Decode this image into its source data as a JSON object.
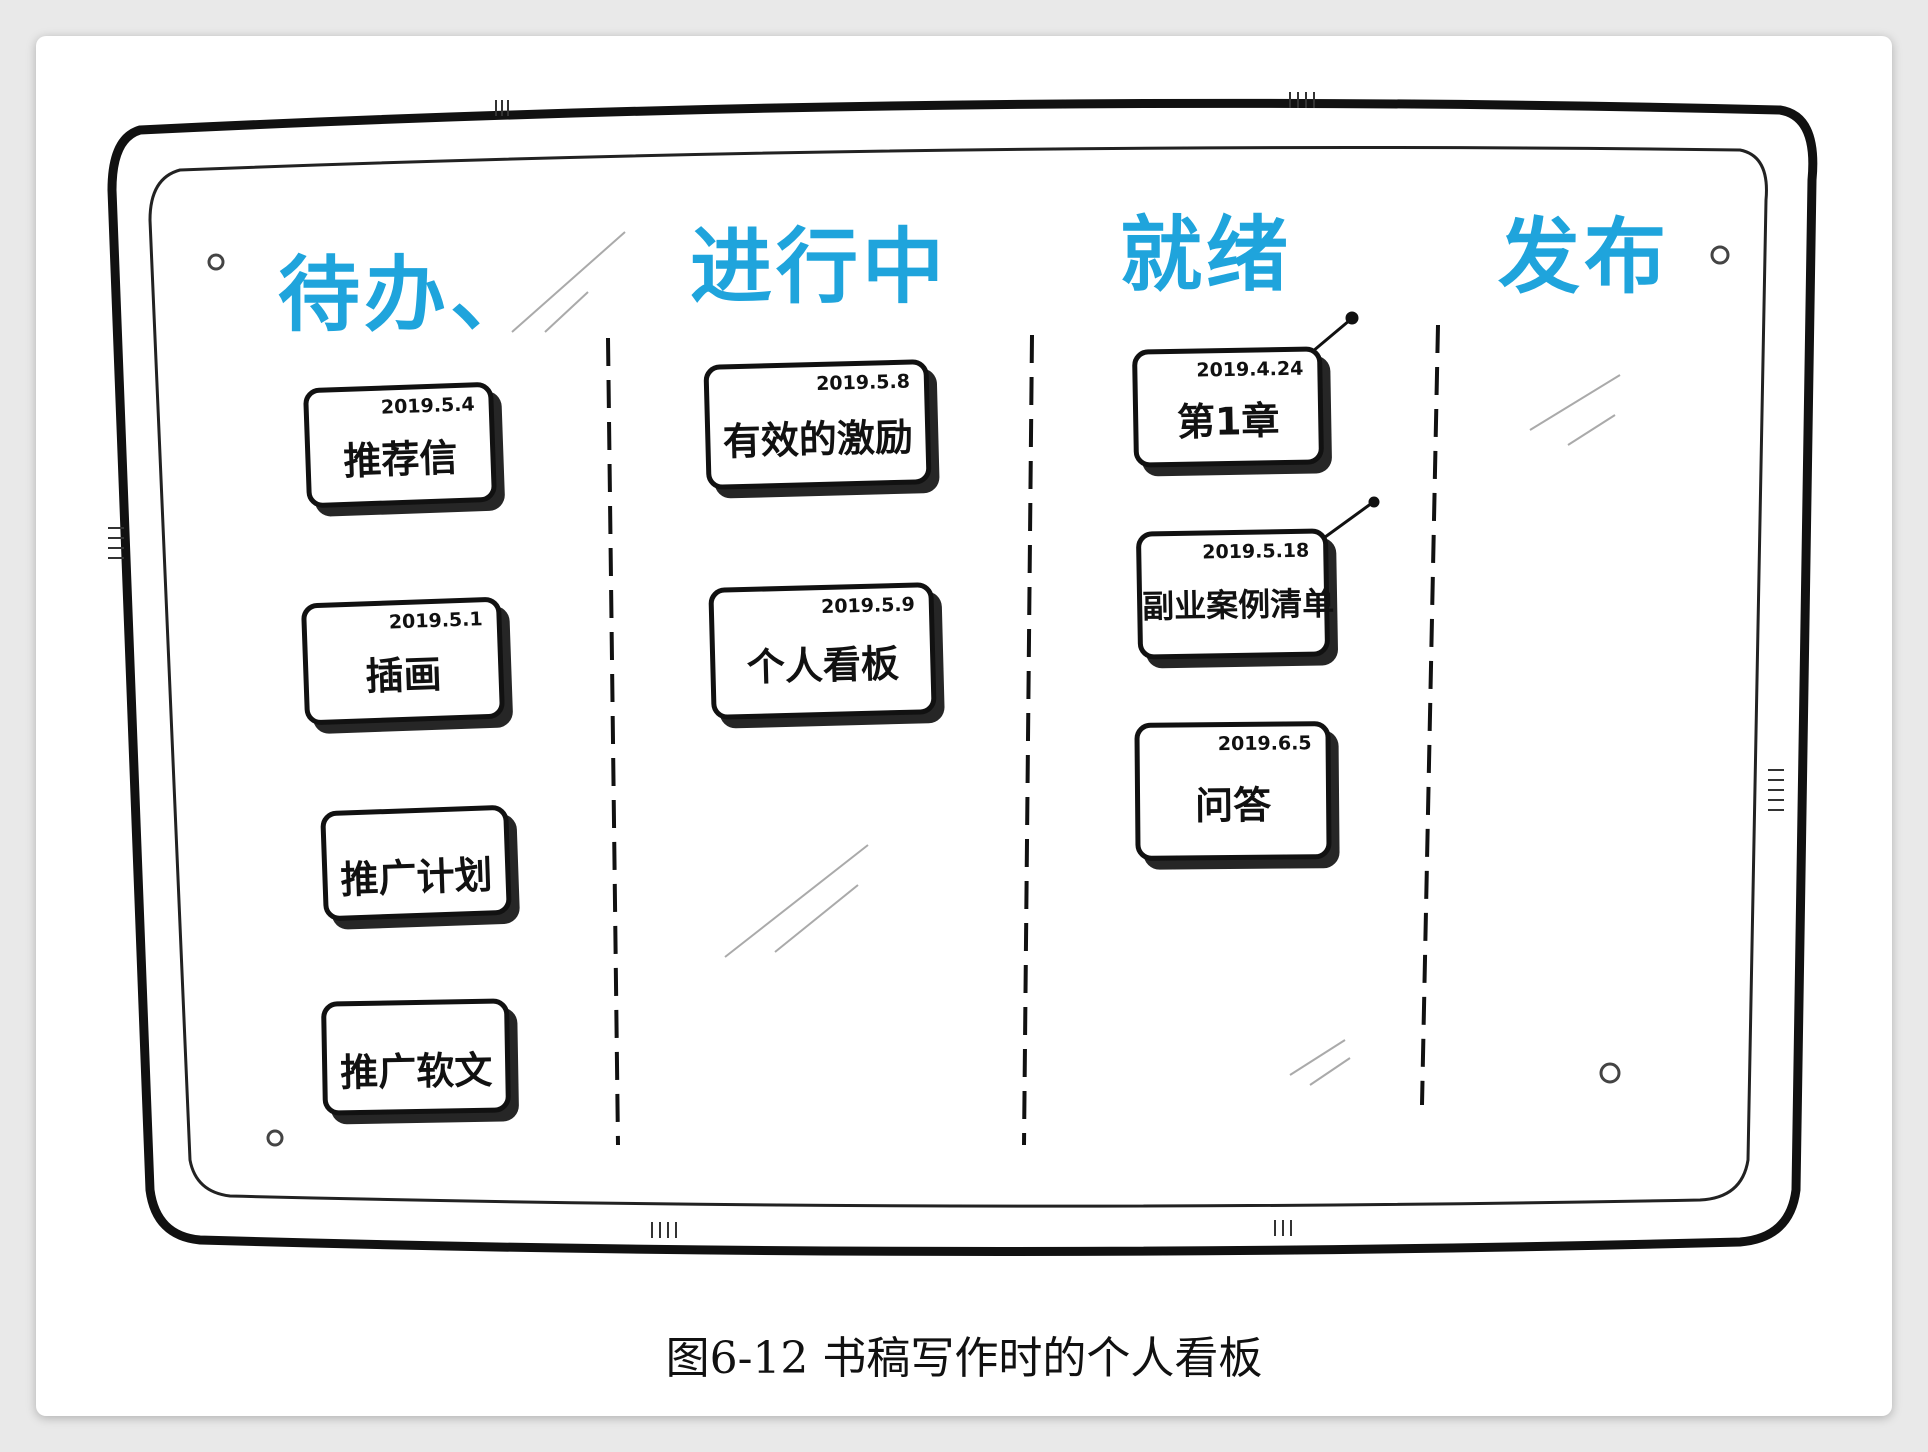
{
  "accent_color": "#1fa4dc",
  "columns": [
    {
      "title": "待办、",
      "cards": [
        {
          "title": "推荐信",
          "date": "2019.5.4"
        },
        {
          "title": "插画",
          "date": "2019.5.1"
        },
        {
          "title": "推广计划",
          "date": ""
        },
        {
          "title": "推广软文",
          "date": ""
        }
      ]
    },
    {
      "title": "进行中",
      "cards": [
        {
          "title": "有效的激励",
          "date": "2019.5.8"
        },
        {
          "title": "个人看板",
          "date": "2019.5.9"
        }
      ]
    },
    {
      "title": "就绪",
      "cards": [
        {
          "title": "第1章",
          "date": "2019.4.24"
        },
        {
          "title": "副业案例清单",
          "date": "2019.5.18"
        },
        {
          "title": "问答",
          "date": "2019.6.5"
        }
      ]
    },
    {
      "title": "发布",
      "cards": []
    }
  ],
  "caption": "图6-12  书稿写作时的个人看板"
}
